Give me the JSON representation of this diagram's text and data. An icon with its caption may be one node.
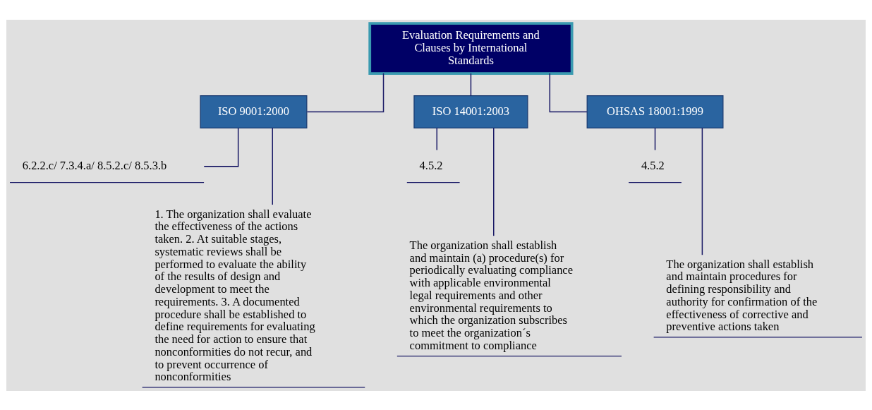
{
  "diagram": {
    "nodes": [
      {
        "text": [
          "Evaluation Requirements and Clauses by International Standards"
        ]
      },
      {
        "text": [
          "ISO 9001:2000"
        ]
      },
      {
        "text": [
          "6.2.2.c/ 7.3.4.a/ 8.5.2.c/ 8.5.3.b"
        ]
      },
      {
        "text": [
          "1. The organization shall evaluate the effectiveness of the actions taken. 2. At suitable stages, systematic reviews shall be performed to evaluate the ability of the results of design and development to meet the requirements. 3. A documented procedure shall be established to define requirements for evaluating the need for action to ensure that nonconformities do not recur, and to prevent occurrence of nonconformities"
        ]
      },
      {
        "text": [
          "ISO 14001:2003"
        ]
      },
      {
        "text": [
          "4.5.2"
        ]
      },
      {
        "text": [
          "The organization shall establish and maintain (a) procedure(s) for periodically evaluating compliance with applicable environmental legal requirements and other environmental requirements to which the organization subscribes to meet the organization´s commitment to compliance"
        ]
      },
      {
        "text": [
          "OHSAS 18001:1999"
        ]
      },
      {
        "text": [
          "4.5.2"
        ]
      },
      {
        "text": [
          "The organization shall establish and maintain procedures for defining responsibility and authority for confirmation of the effectiveness of corrective and preventive actions taken"
        ]
      }
    ],
    "edges": [
      {
        "from": 0,
        "to": 1,
        "arrow": "none"
      },
      {
        "from": 0,
        "to": 4,
        "arrow": "none"
      },
      {
        "from": 0,
        "to": 7,
        "arrow": "none"
      },
      {
        "from": 1,
        "to": 2,
        "arrow": "none"
      },
      {
        "from": 1,
        "to": 3,
        "arrow": "none"
      },
      {
        "from": 4,
        "to": 5,
        "arrow": "none"
      },
      {
        "from": 4,
        "to": 6,
        "arrow": "none"
      },
      {
        "from": 7,
        "to": 8,
        "arrow": "none"
      },
      {
        "from": 7,
        "to": 9,
        "arrow": "none"
      }
    ]
  }
}
